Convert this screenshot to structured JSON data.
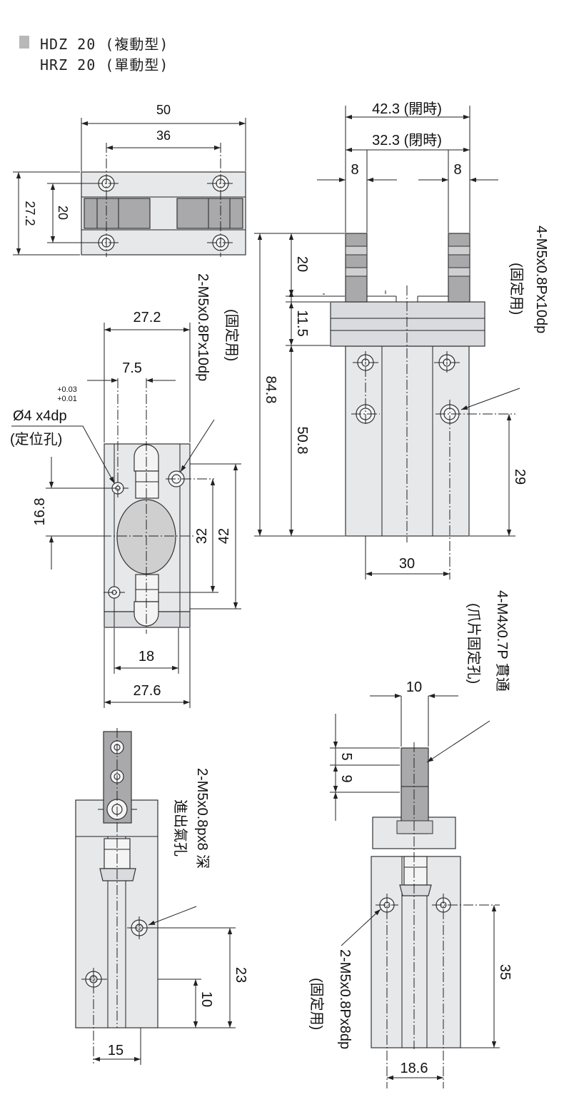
{
  "header": {
    "line1": "HDZ 20 (複動型)",
    "line2": "HRZ 20 (單動型)"
  },
  "top_view": {
    "dim_50": "50",
    "dim_36": "36",
    "dim_27_2": "27.2",
    "dim_20": "20"
  },
  "front_view": {
    "dim_open": "42.3 (開時)",
    "dim_closed": "32.3 (閉時)",
    "dim_jaw_left": "8",
    "dim_jaw_right": "8",
    "dim_jaw_height": "20",
    "dim_plate": "11.5",
    "dim_body": "50.8",
    "dim_total": "84.8",
    "dim_29": "29",
    "dim_30": "30",
    "note_line1": "4-M5x0.8Px10dp",
    "note_line2": "(固定用)"
  },
  "bottom_view": {
    "dim_27_2": "27.2",
    "dim_7_5": "7.5",
    "tol_upper": "+0.03",
    "tol_lower": "+0.01",
    "pin_hole": "Ø4 x4dp",
    "pin_hole_note": "(定位孔)",
    "mount_line1": "2-M5x0.8Px10dp",
    "mount_line2": "(固定用)",
    "dim_16_8": "16.8",
    "dim_32": "32",
    "dim_42": "42",
    "dim_18": "18",
    "dim_27_6": "27.6"
  },
  "side_view": {
    "port_line1": "2-M5x0.8px8 深",
    "port_line2": "進出氣孔",
    "dim_23": "23",
    "dim_10": "10",
    "dim_15": "15"
  },
  "rear_view": {
    "finger_line1": "4-M4x0.7P 貫通",
    "finger_line2": "(爪片固定孔)",
    "dim_10": "10",
    "dim_5": "5",
    "dim_9": "9",
    "mount_line1": "2-M5x0.8Px8dp",
    "mount_line2": "(固定用)",
    "dim_35": "35",
    "dim_18_6": "18.6"
  }
}
